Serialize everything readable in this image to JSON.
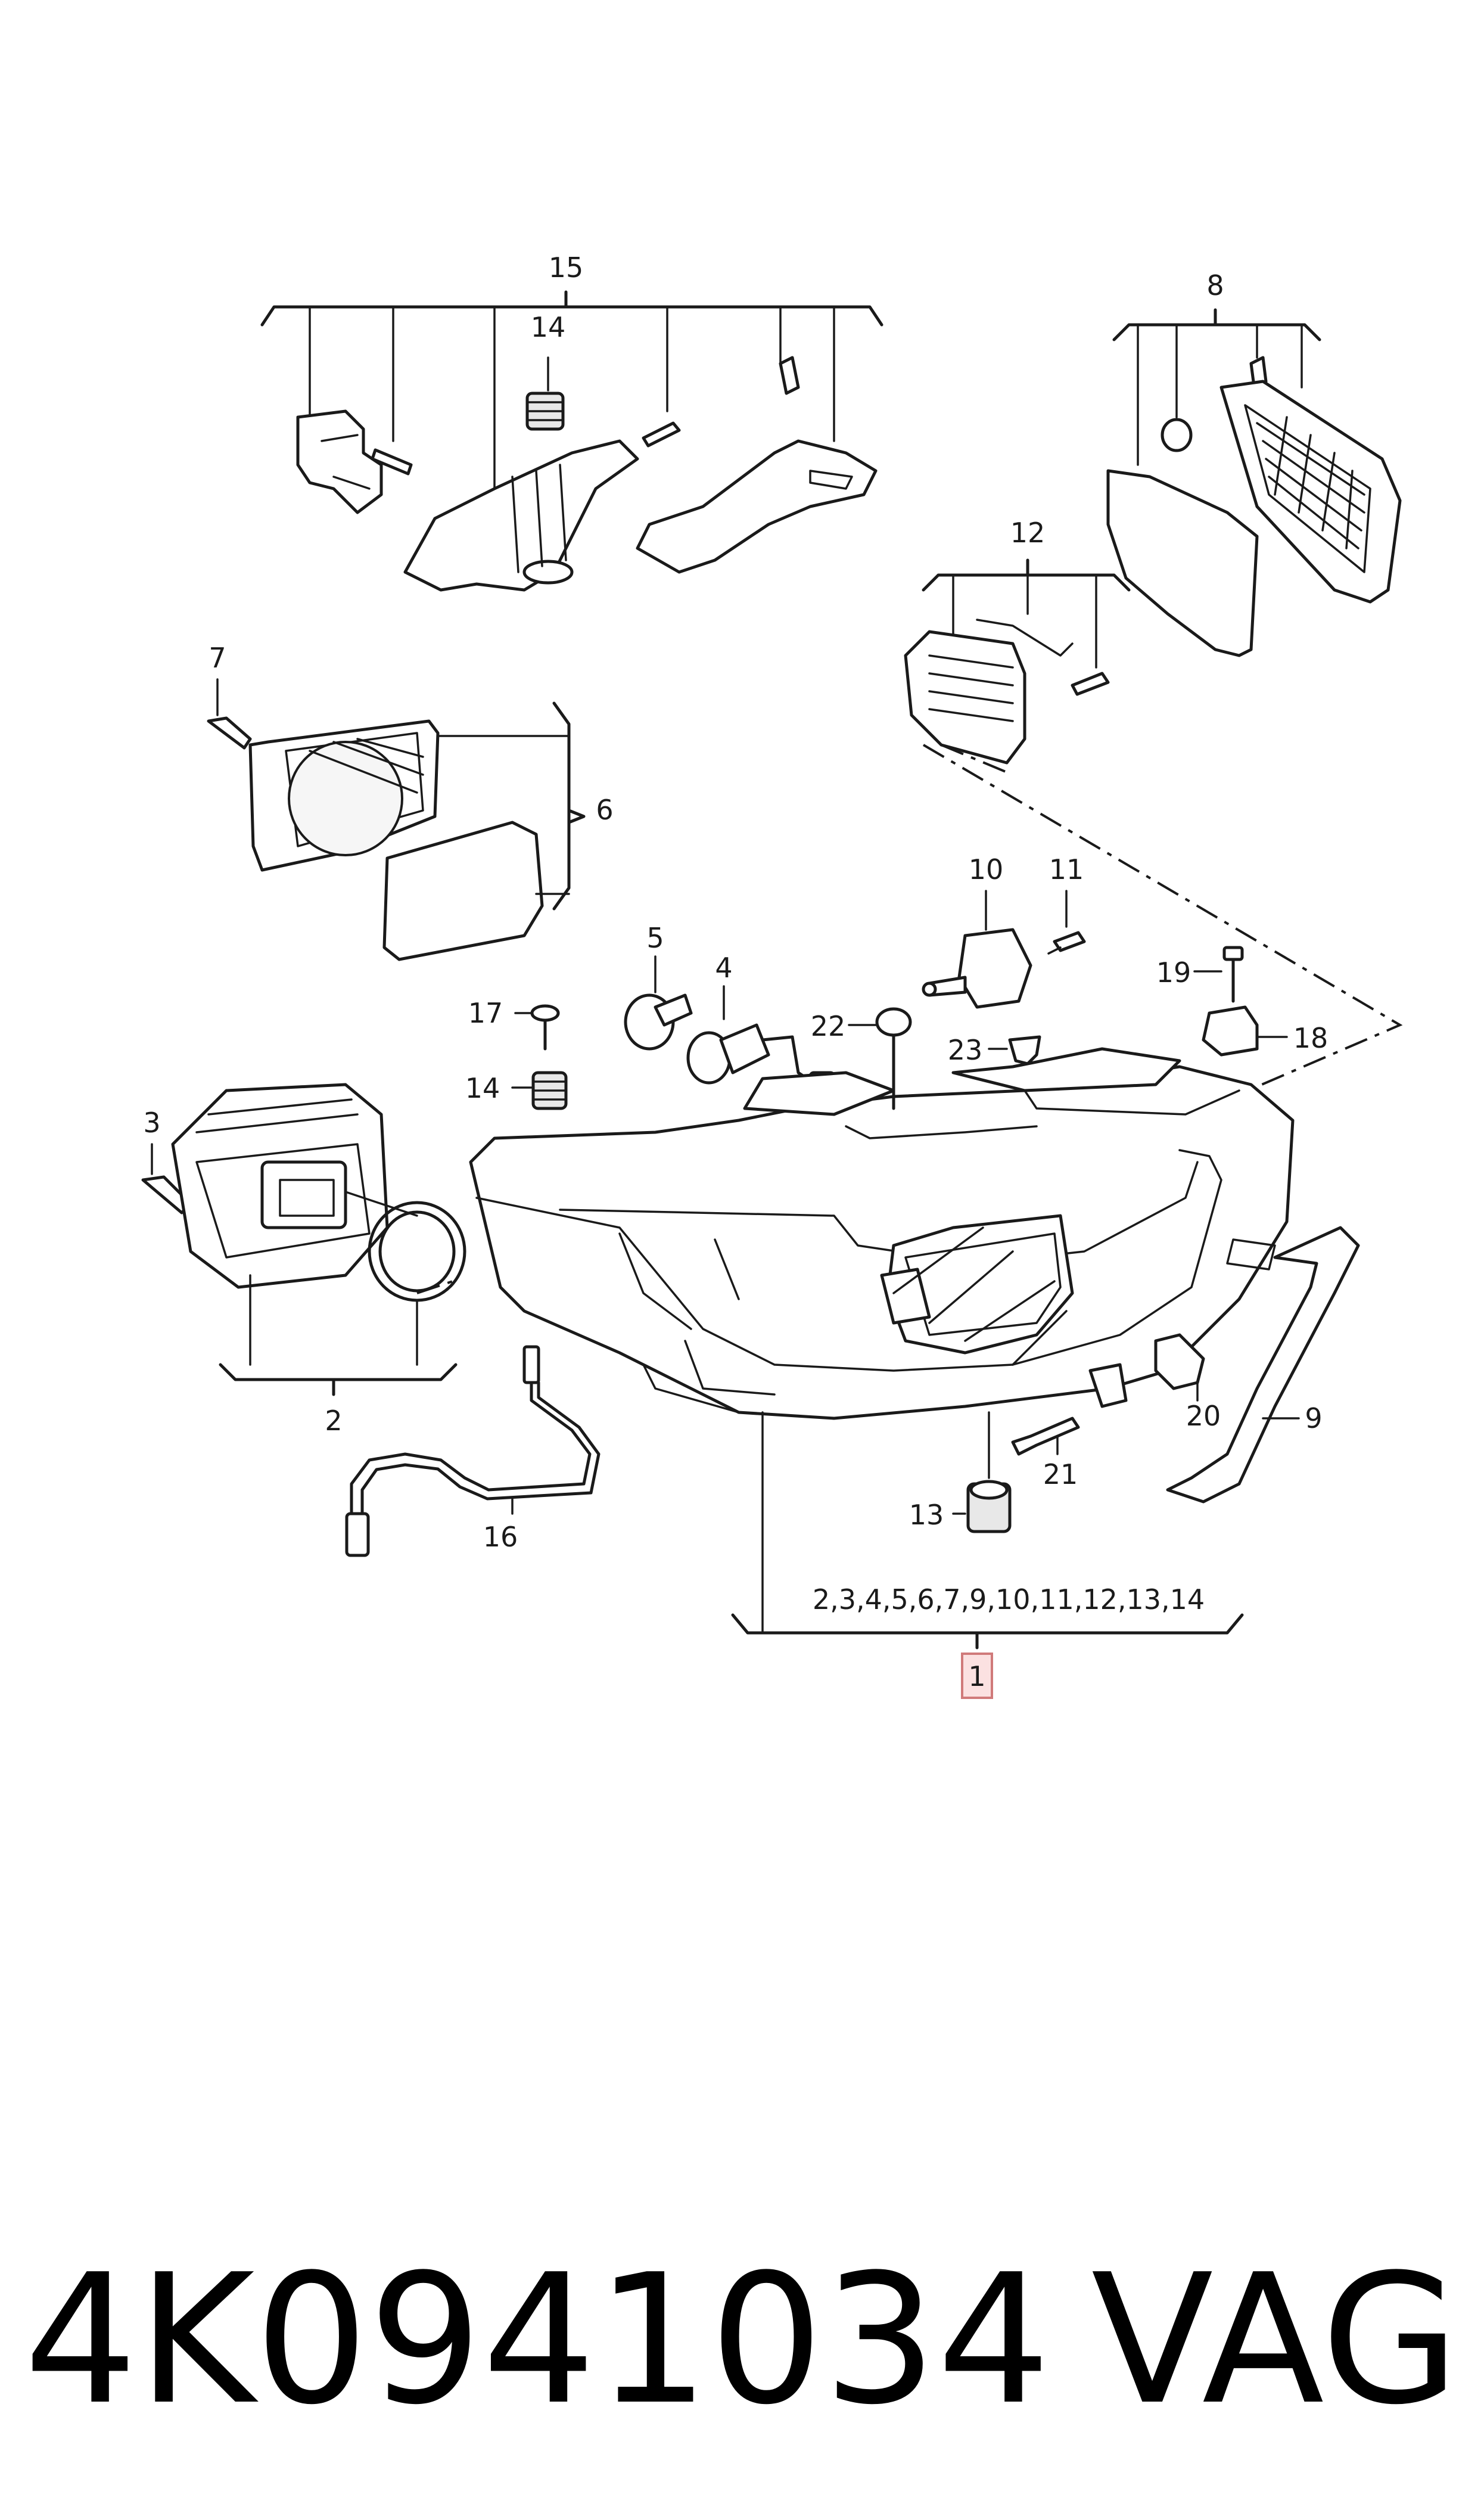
{
  "labels": {
    "l1": "1",
    "l2": "2",
    "l3": "3",
    "l4": "4",
    "l5": "5",
    "l6": "6",
    "l7": "7",
    "l8": "8",
    "l9": "9",
    "l10": "10",
    "l11": "11",
    "l12": "12",
    "l13": "13",
    "l14a": "14",
    "l14b": "14",
    "l15": "15",
    "l16": "16",
    "l17": "17",
    "l18": "18",
    "l19": "19",
    "l20": "20",
    "l21": "21",
    "l22": "22",
    "l23": "23",
    "group1": "2,3,4,5,6,7,9,10,11,12,13,14"
  },
  "footer": {
    "part_number": "4K0941034",
    "brand": "VAG"
  },
  "colors": {
    "line": "#1a1a1a",
    "highlight_box_stroke": "#d07a7a",
    "highlight_box_fill": "#fbe1e1"
  }
}
